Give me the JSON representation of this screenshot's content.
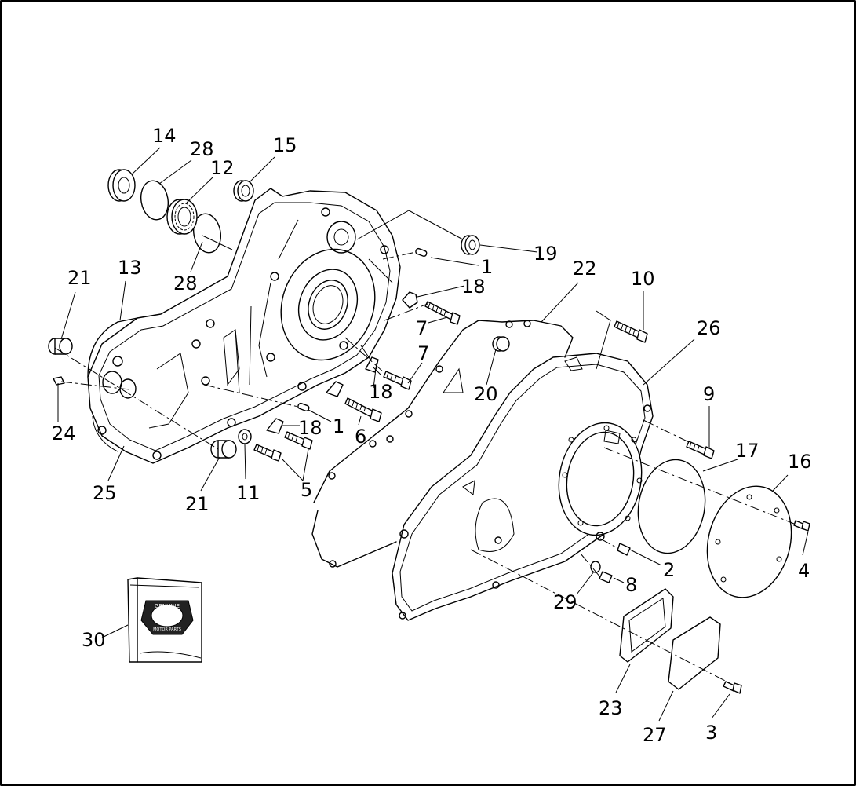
{
  "diagram": {
    "callouts": [
      {
        "id": "c14",
        "text": "14"
      },
      {
        "id": "c28a",
        "text": "28"
      },
      {
        "id": "c12",
        "text": "12"
      },
      {
        "id": "c15",
        "text": "15"
      },
      {
        "id": "c28b",
        "text": "28"
      },
      {
        "id": "c19",
        "text": "19"
      },
      {
        "id": "c1a",
        "text": "1"
      },
      {
        "id": "c18a",
        "text": "18"
      },
      {
        "id": "c22",
        "text": "22"
      },
      {
        "id": "c10",
        "text": "10"
      },
      {
        "id": "c21a",
        "text": "21"
      },
      {
        "id": "c13",
        "text": "13"
      },
      {
        "id": "c7a",
        "text": "7"
      },
      {
        "id": "c7b",
        "text": "7"
      },
      {
        "id": "c26",
        "text": "26"
      },
      {
        "id": "c20",
        "text": "20"
      },
      {
        "id": "c18b",
        "text": "18"
      },
      {
        "id": "c9",
        "text": "9"
      },
      {
        "id": "c24",
        "text": "24"
      },
      {
        "id": "c18c",
        "text": "18"
      },
      {
        "id": "c1b",
        "text": "1"
      },
      {
        "id": "c6",
        "text": "6"
      },
      {
        "id": "c17",
        "text": "17"
      },
      {
        "id": "c16",
        "text": "16"
      },
      {
        "id": "c25",
        "text": "25"
      },
      {
        "id": "c11",
        "text": "11"
      },
      {
        "id": "c5",
        "text": "5"
      },
      {
        "id": "c21b",
        "text": "21"
      },
      {
        "id": "c2",
        "text": "2"
      },
      {
        "id": "c4",
        "text": "4"
      },
      {
        "id": "c8",
        "text": "8"
      },
      {
        "id": "c29",
        "text": "29"
      },
      {
        "id": "c30",
        "text": "30"
      },
      {
        "id": "c23",
        "text": "23"
      },
      {
        "id": "c27",
        "text": "27"
      },
      {
        "id": "c3",
        "text": "3"
      }
    ],
    "logo_text": [
      "GENUINE",
      "MOTOR PARTS"
    ]
  }
}
